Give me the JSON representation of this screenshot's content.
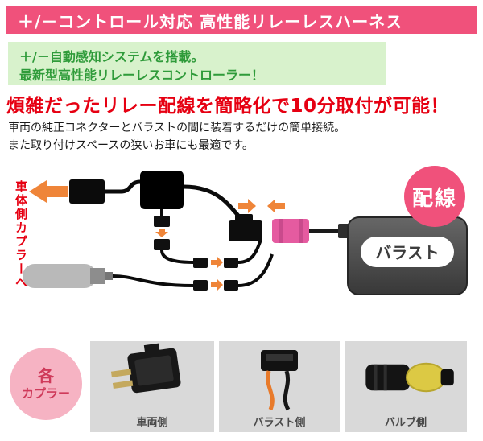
{
  "header": {
    "title": "＋/－コントロール対応 高性能リレーレスハーネス"
  },
  "feature_box": {
    "line1": "＋/－自動感知システムを搭載。",
    "line2": "最新型高性能リレーレスコントローラー！"
  },
  "headline": "煩雑だったリレー配線を簡略化で10分取付が可能！",
  "description": {
    "line1": "車両の純正コネクターとバラストの間に装着するだけの簡単接続。",
    "line2": "また取り付けスペースの狭いお車にも最適です。"
  },
  "diagram": {
    "badge_label": "配線",
    "vehicle_coupler_label": "車体側カプラーへ",
    "ballast_label": "バラスト"
  },
  "couplers": {
    "badge_line1": "各",
    "badge_line2": "カプラー",
    "items": [
      {
        "label": "車両側"
      },
      {
        "label": "バラスト側"
      },
      {
        "label": "バルブ側"
      }
    ]
  },
  "colors": {
    "banner_pink": "#f0517b",
    "green_bg": "#d8f2cc",
    "green_text": "#2f9b3a",
    "headline_red": "#e60012",
    "arrow_orange": "#ef8539",
    "connector_pink": "#e55ba0",
    "coupler_badge_bg": "#f6b3c3",
    "coupler_badge_text": "#cf3a5a",
    "photo_bg": "#d9d9d9"
  }
}
